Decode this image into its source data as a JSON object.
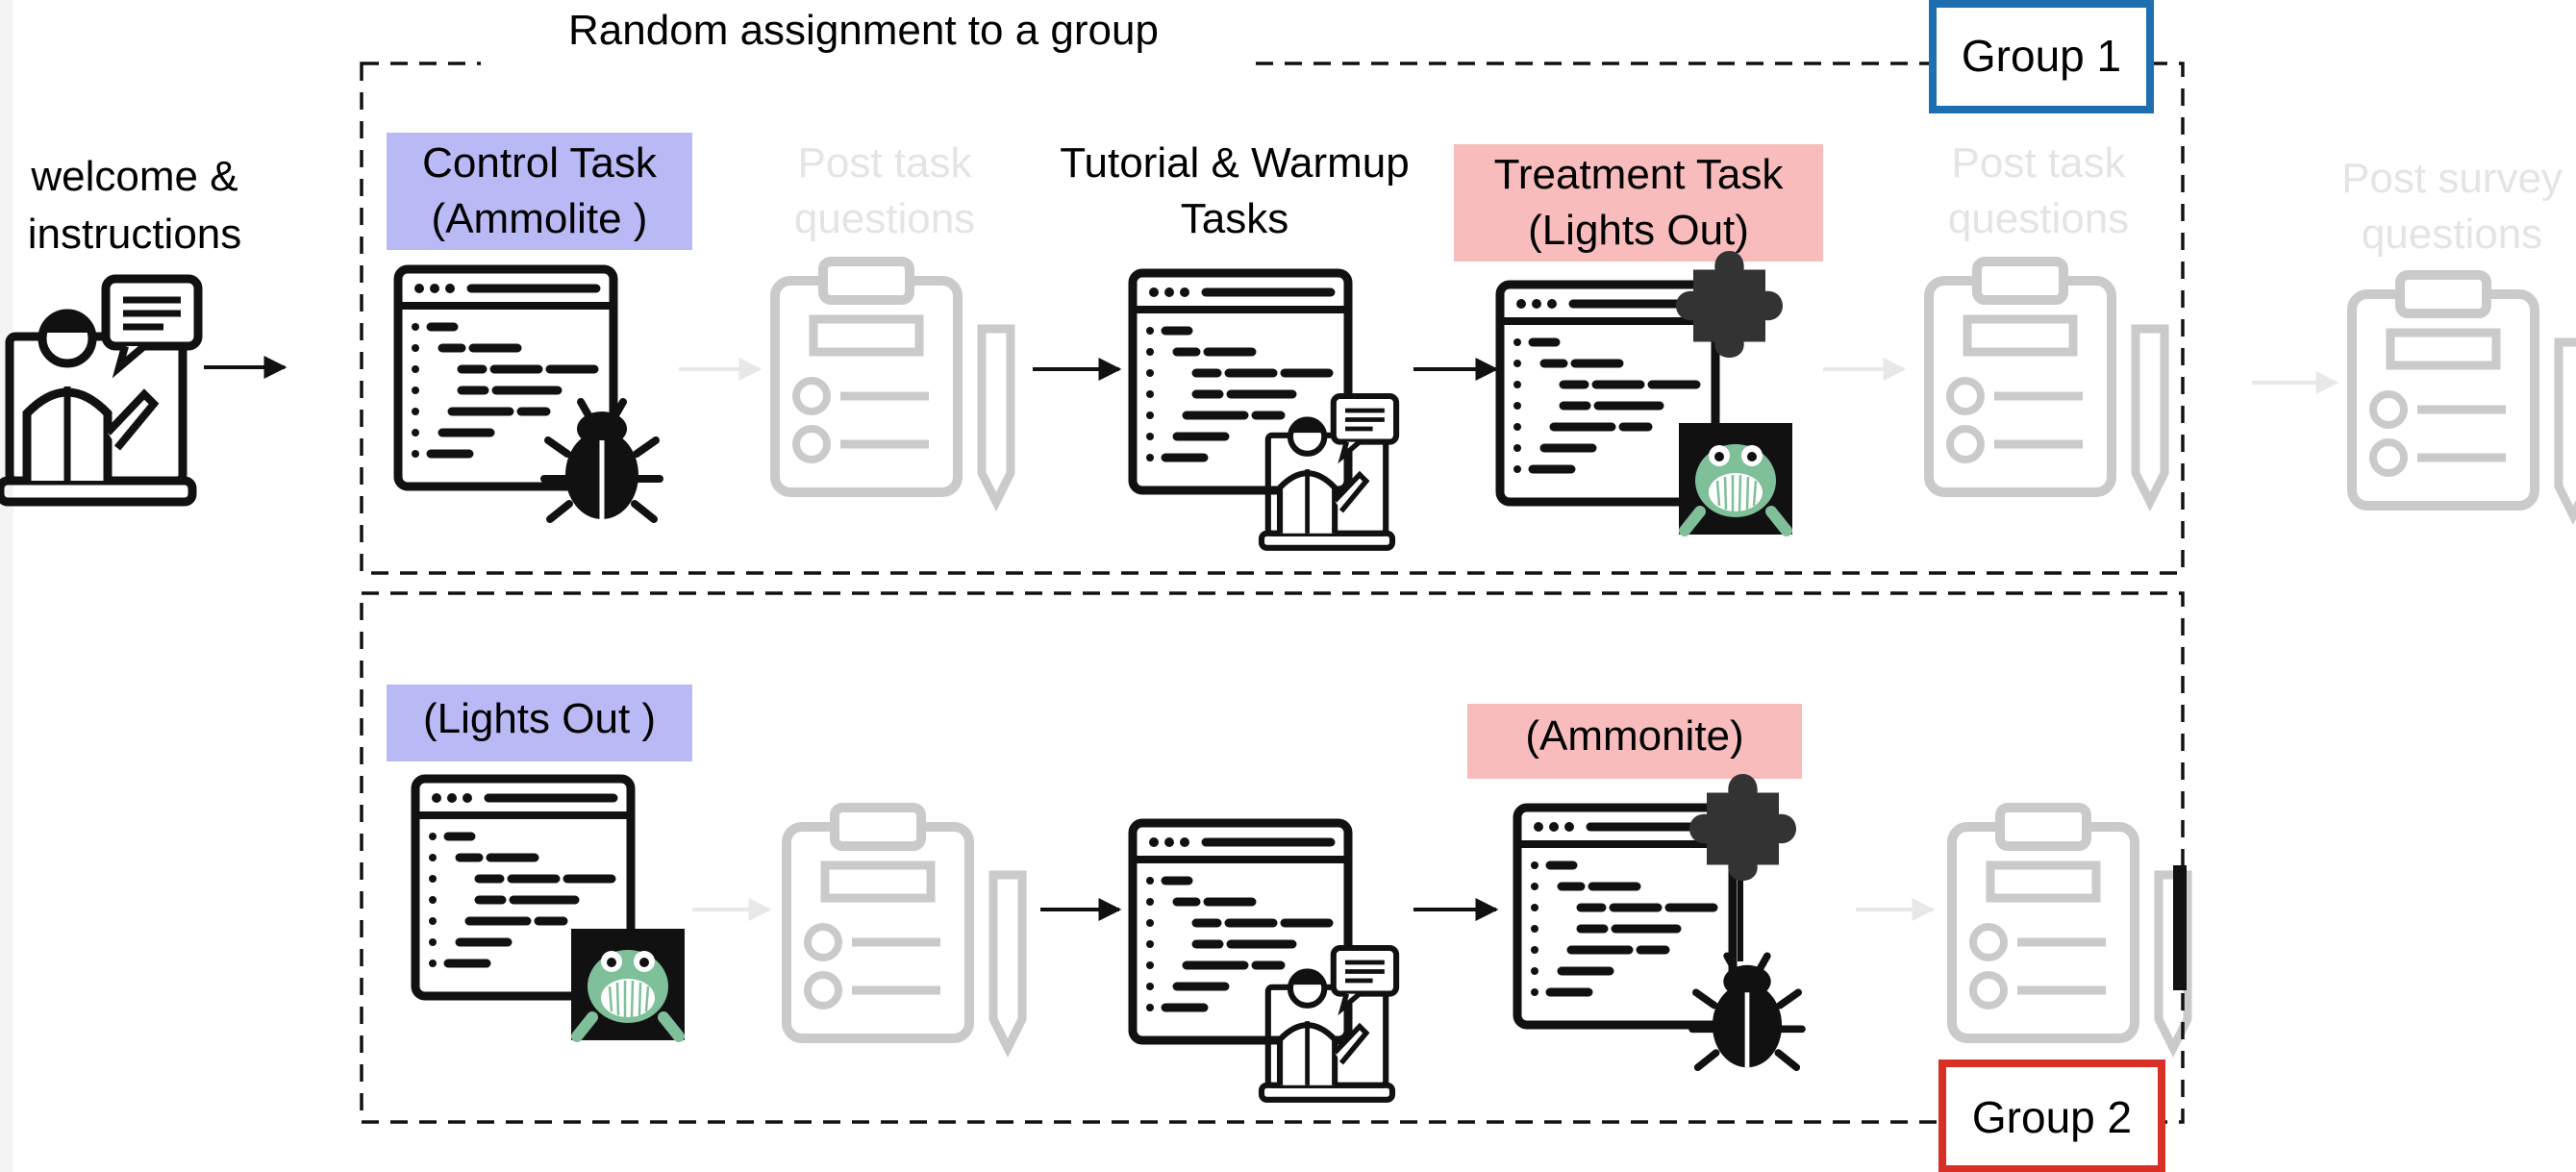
{
  "title": "Random assignment to a group",
  "intro": {
    "line1": "welcome &",
    "line2": "instructions"
  },
  "group1": {
    "name": "Group 1",
    "color": "#1f6fb0",
    "control_label": {
      "line1": "Control Task",
      "line2": "(Ammolite )"
    },
    "post_task_1": {
      "line1": "Post task",
      "line2": "questions"
    },
    "tutorial_label": {
      "line1": "Tutorial & Warmup",
      "line2": "Tasks"
    },
    "treatment_label": {
      "line1": "Treatment Task",
      "line2": "(Lights Out)"
    },
    "post_task_2": {
      "line1": "Post task",
      "line2": "questions"
    },
    "post_survey": {
      "line1": "Post survey",
      "line2": "questions"
    }
  },
  "group2": {
    "name": "Group 2",
    "color": "#d93025",
    "control_label": "(Lights Out )",
    "treatment_label": "(Ammonite)"
  },
  "colors": {
    "control_highlight": "#b9b9f5",
    "treatment_highlight": "#f8bcbc",
    "monster_green": "#7fbf99",
    "icon": "#111111"
  },
  "icons": [
    "presenter-laptop-icon",
    "code-window-icon",
    "bug-icon",
    "monster-icon",
    "puzzle-piece-icon",
    "clipboard-icon",
    "pencil-icon",
    "arrow-icon"
  ]
}
